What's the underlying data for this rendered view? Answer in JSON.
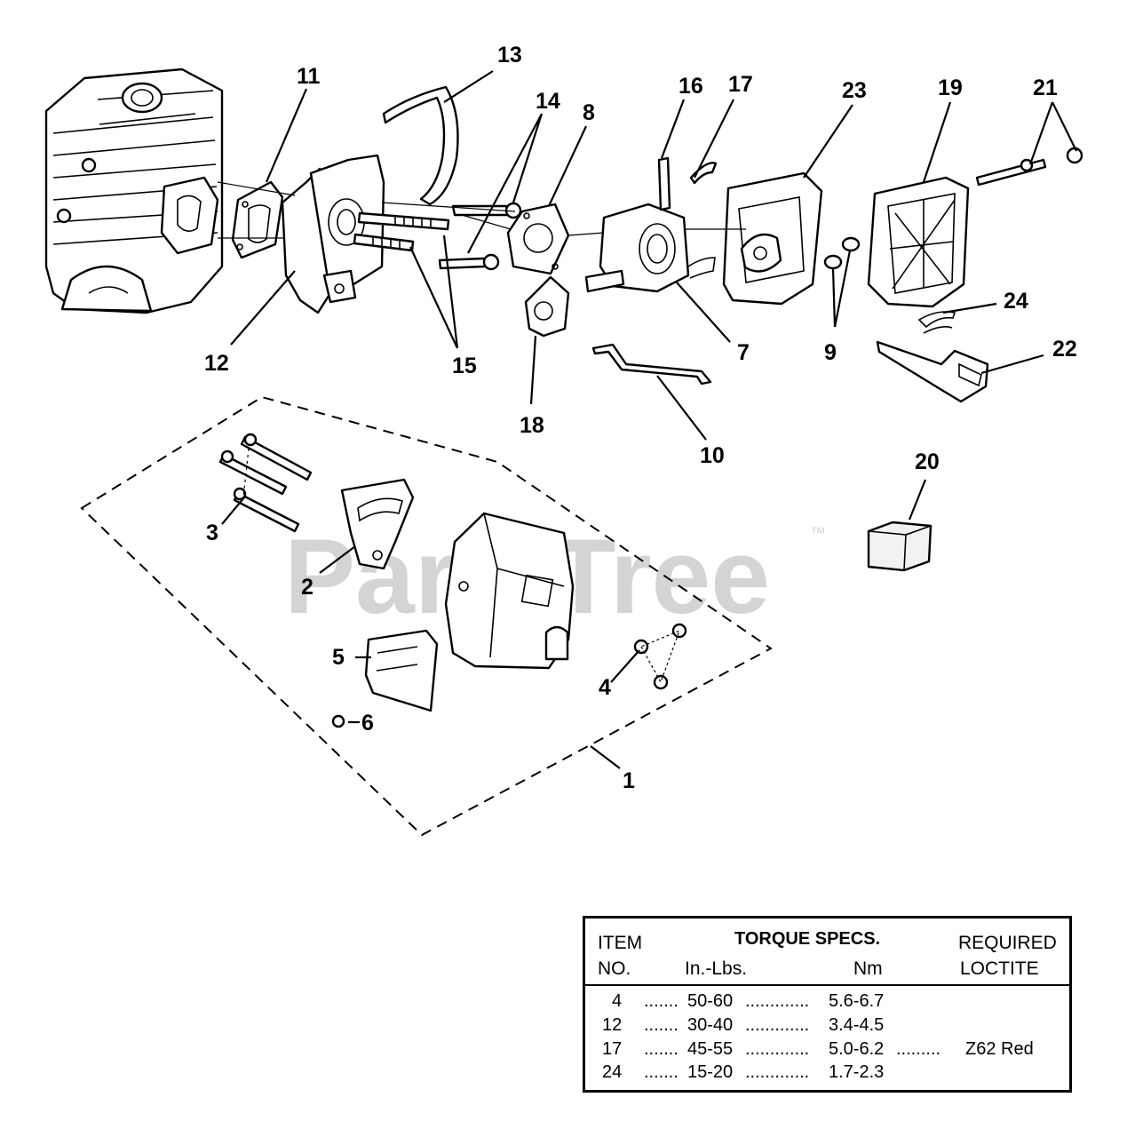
{
  "watermark": {
    "text": "PartsTree",
    "trademark": "™"
  },
  "callouts": [
    "13",
    "11",
    "14",
    "8",
    "16",
    "17",
    "23",
    "19",
    "21",
    "24",
    "22",
    "12",
    "15",
    "7",
    "9",
    "18",
    "10",
    "20",
    "3",
    "2",
    "5",
    "4",
    "6",
    "1"
  ],
  "table": {
    "headers": {
      "item": "ITEM",
      "no": "NO.",
      "torque": "TORQUE SPECS.",
      "inlbs": "In.-Lbs.",
      "nm": "Nm",
      "required": "REQUIRED",
      "loctite": "LOCTITE"
    },
    "rows": [
      {
        "item": "4",
        "dots1": ".......",
        "inlbs": "50-60",
        "dots2": ".............",
        "nm": "5.6-6.7",
        "dots3": "",
        "loctite": ""
      },
      {
        "item": "12",
        "dots1": ".......",
        "inlbs": "30-40",
        "dots2": ".............",
        "nm": "3.4-4.5",
        "dots3": "",
        "loctite": ""
      },
      {
        "item": "17",
        "dots1": ".......",
        "inlbs": "45-55",
        "dots2": ".............",
        "nm": "5.0-6.2",
        "dots3": ".........",
        "loctite": "Z62 Red"
      },
      {
        "item": "24",
        "dots1": ".......",
        "inlbs": "15-20",
        "dots2": ".............",
        "nm": "1.7-2.3",
        "dots3": "",
        "loctite": ""
      }
    ]
  }
}
